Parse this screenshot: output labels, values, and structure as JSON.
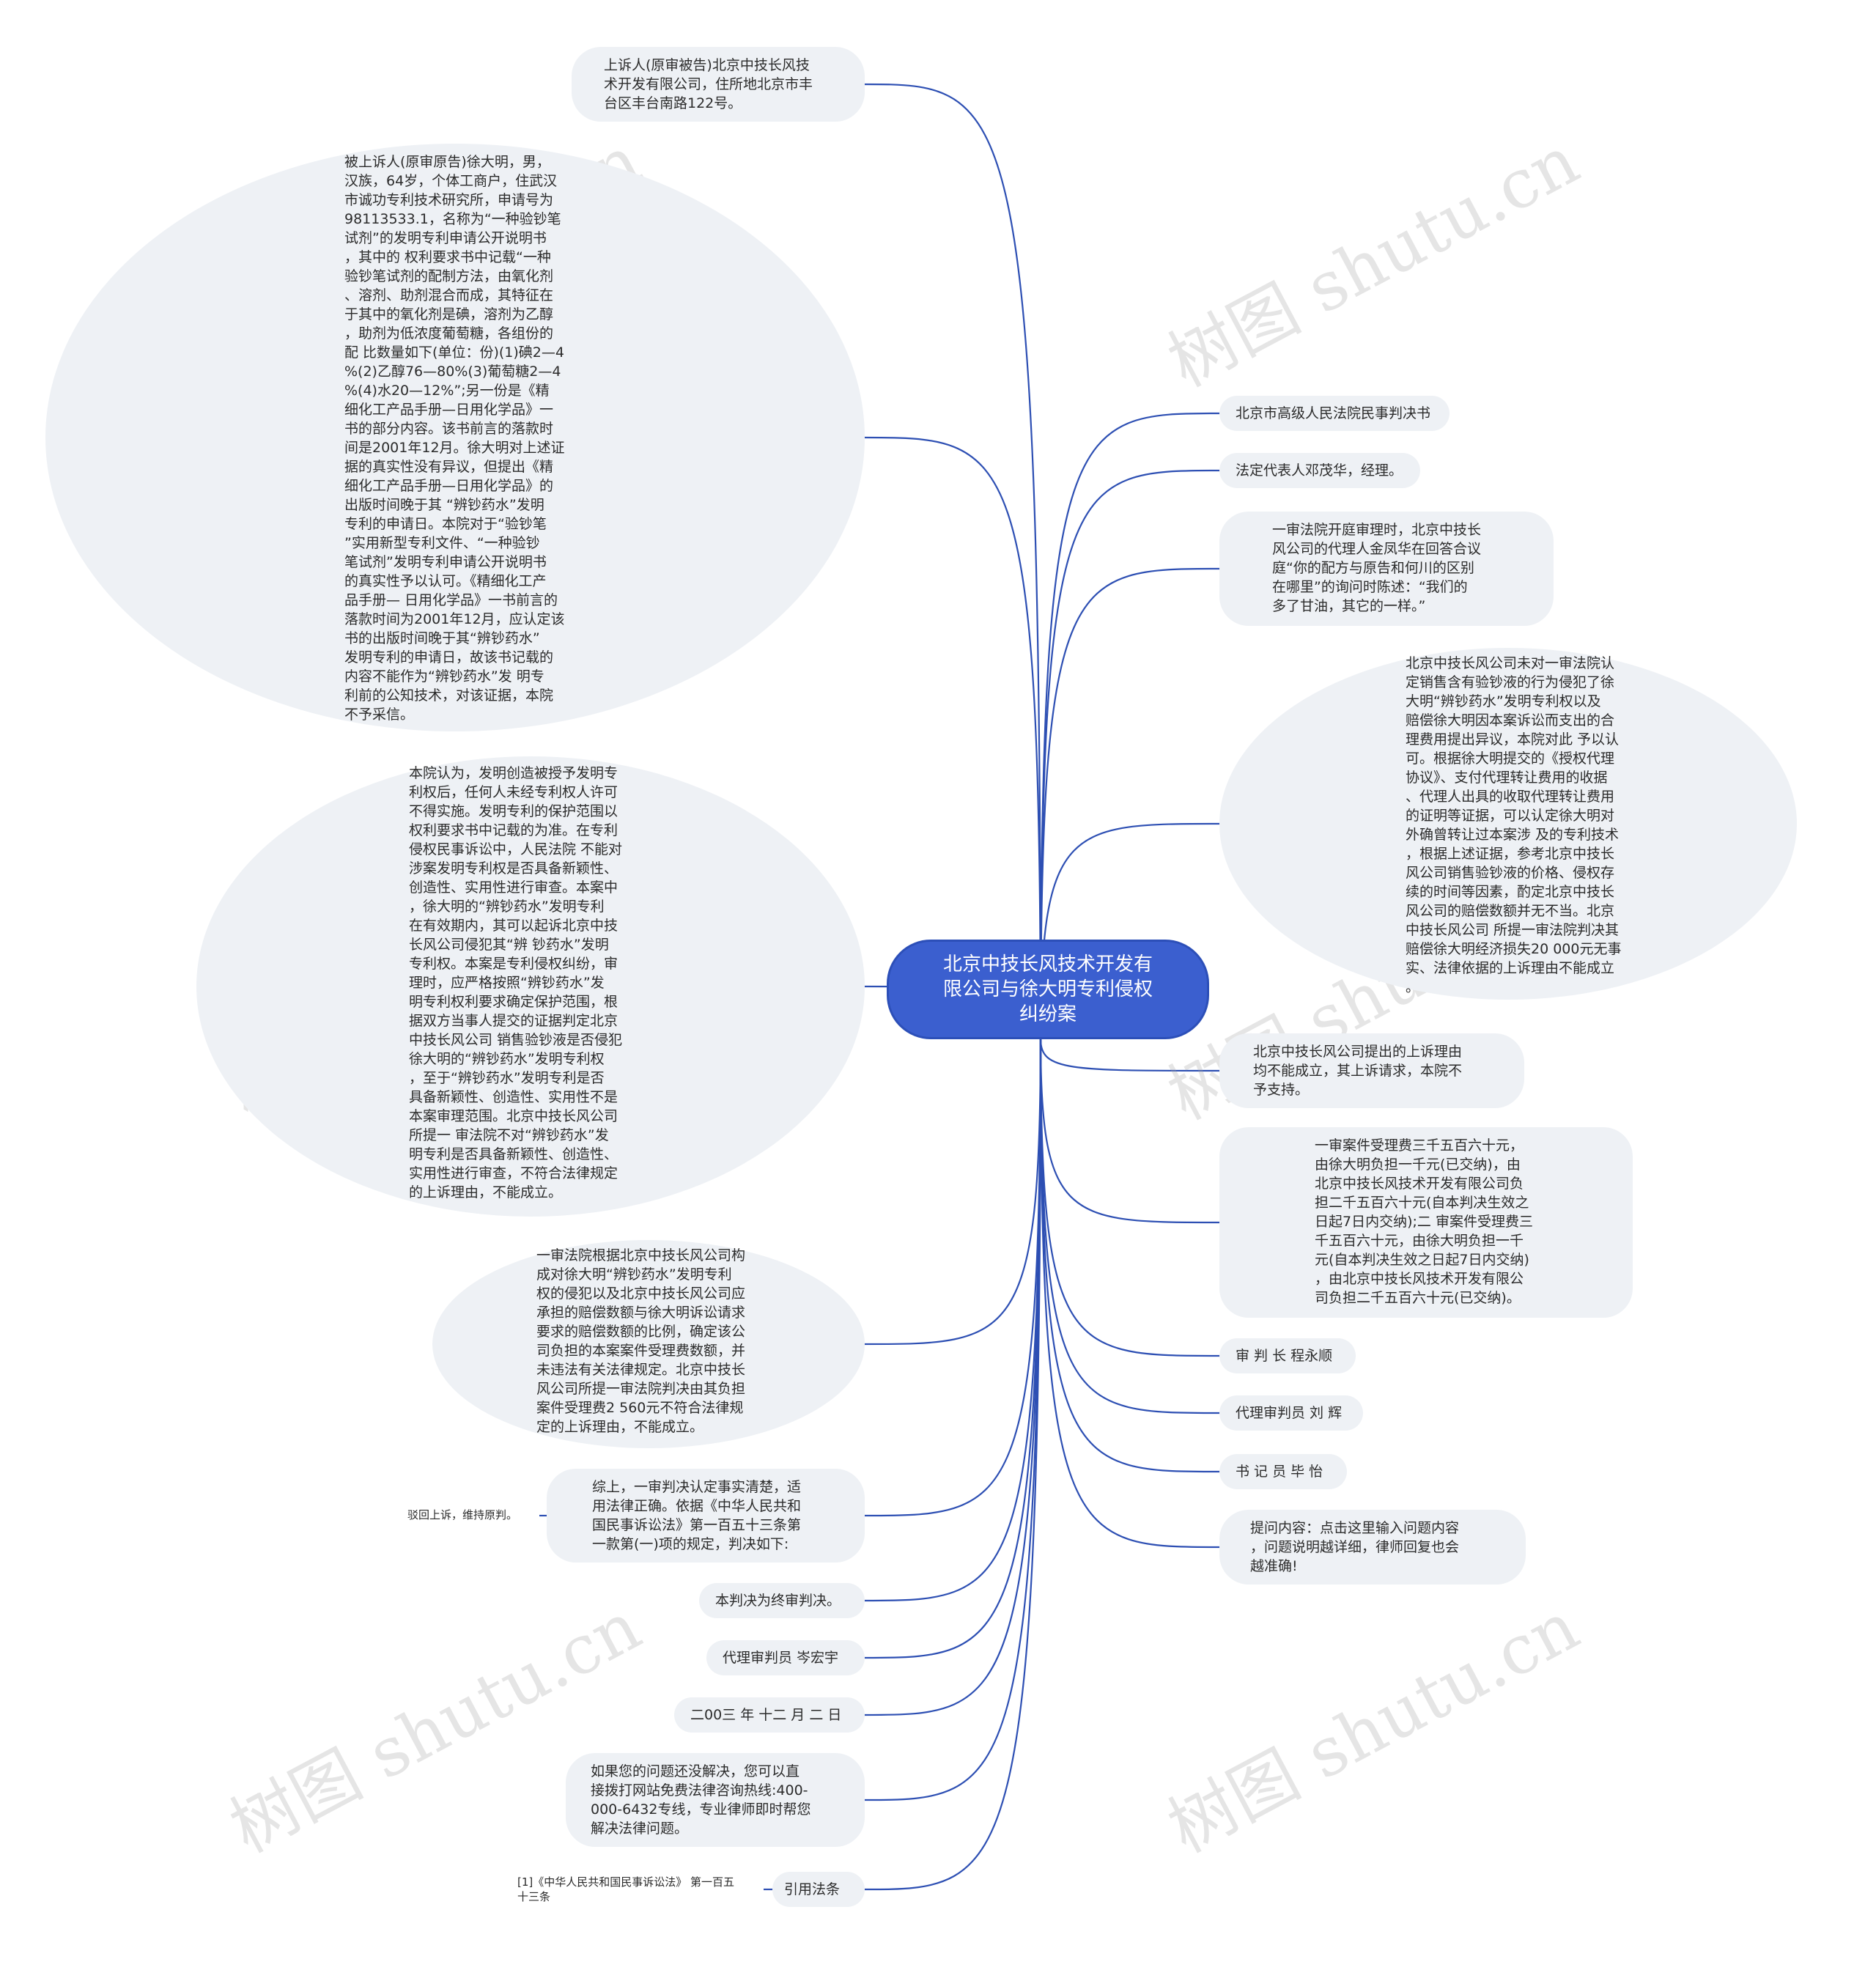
{
  "root": {
    "title": "北京中技长风技术开发有\n限公司与徐大明专利侵权\n纠纷案"
  },
  "left": [
    {
      "id": "L1",
      "text": "上诉人(原审被告)北京中技长风技\n术开发有限公司，住所地北京市丰\n台区丰台南路122号。"
    },
    {
      "id": "L2",
      "text": "被上诉人(原审原告)徐大明，男，\n汉族，64岁，个体工商户，住武汉\n市诚功专利技术研究所，申请号为\n98113533.1，名称为“一种验钞笔\n试剂”的发明专利申请公开说明书\n，其中的 权利要求书中记载“一种\n验钞笔试剂的配制方法，由氧化剂\n、溶剂、助剂混合而成，其特征在\n于其中的氧化剂是碘，溶剂为乙醇\n，助剂为低浓度葡萄糖，各组份的\n配 比数量如下(单位：份)(1)碘2—4\n%(2)乙醇76—80%(3)葡萄糖2—4\n%(4)水20—12%”;另一份是《精\n细化工产品手册—日用化学品》一\n书的部分内容。该书前言的落款时\n间是2001年12月。徐大明对上述证\n据的真实性没有异议，但提出《精\n细化工产品手册—日用化学品》的\n出版时间晚于其 “辨钞药水”发明\n专利的申请日。本院对于“验钞笔\n”实用新型专利文件、“一种验钞\n笔试剂”发明专利申请公开说明书\n的真实性予以认可。《精细化工产\n品手册— 日用化学品》一书前言的\n落款时间为2001年12月，应认定该\n书的出版时间晚于其“辨钞药水”\n发明专利的申请日，故该书记载的\n内容不能作为“辨钞药水”发 明专\n利前的公知技术，对该证据，本院\n不予采信。"
    },
    {
      "id": "L3",
      "text": "本院认为，发明创造被授予发明专\n利权后，任何人未经专利权人许可\n不得实施。发明专利的保护范围以\n权利要求书中记载的为准。在专利\n侵权民事诉讼中，人民法院 不能对\n涉案发明专利权是否具备新颖性、\n创造性、实用性进行审查。本案中\n，徐大明的“辨钞药水”发明专利\n在有效期内，其可以起诉北京中技\n长风公司侵犯其“辨 钞药水”发明\n专利权。本案是专利侵权纠纷，审\n理时，应严格按照“辨钞药水”发\n明专利权利要求确定保护范围，根\n据双方当事人提交的证据判定北京\n中技长风公司 销售验钞液是否侵犯\n徐大明的“辨钞药水”发明专利权\n，至于“辨钞药水”发明专利是否\n具备新颖性、创造性、实用性不是\n本案审理范围。北京中技长风公司\n所提一 审法院不对“辨钞药水”发\n明专利是否具备新颖性、创造性、\n实用性进行审查，不符合法律规定\n的上诉理由，不能成立。"
    },
    {
      "id": "L4",
      "text": "一审法院根据北京中技长风公司构\n成对徐大明“辨钞药水”发明专利\n权的侵犯以及北京中技长风公司应\n承担的赔偿数额与徐大明诉讼请求\n要求的赔偿数额的比例，确定该公\n司负担的本案案件受理费数额，并\n未违法有关法律规定。北京中技长\n风公司所提一审法院判决由其负担\n案件受理费2 560元不符合法律规\n定的上诉理由，不能成立。"
    },
    {
      "id": "L5",
      "text": "综上，一审判决认定事实清楚，适\n用法律正确。依据《中华人民共和\n国民事诉讼法》第一百五十三条第\n一款第(一)项的规定，判决如下:"
    },
    {
      "id": "L5c",
      "text": "驳回上诉，维持原判。"
    },
    {
      "id": "L6",
      "text": "本判决为终审判决。"
    },
    {
      "id": "L7",
      "text": "代理审判员 岑宏宇"
    },
    {
      "id": "L8",
      "text": "二00三 年 十二 月 二 日"
    },
    {
      "id": "L9",
      "text": "如果您的问题还没解决，您可以直\n接拨打网站免费法律咨询热线:400-\n000-6432专线，专业律师即时帮您\n解决法律问题。"
    },
    {
      "id": "L10",
      "text": "引用法条"
    },
    {
      "id": "L10c",
      "text": "[1]《中华人民共和国民事诉讼法》 第一百五\n十三条"
    }
  ],
  "right": [
    {
      "id": "R1",
      "text": "北京市高级人民法院民事判决书"
    },
    {
      "id": "R2",
      "text": "法定代表人邓茂华，经理。"
    },
    {
      "id": "R3",
      "text": "一审法院开庭审理时，北京中技长\n风公司的代理人金凤华在回答合议\n庭“你的配方与原告和何川的区别\n在哪里”的询问时陈述：“我们的\n多了甘油，其它的一样。”"
    },
    {
      "id": "R4",
      "text": "北京中技长风公司未对一审法院认\n定销售含有验钞液的行为侵犯了徐\n大明“辨钞药水”发明专利权以及\n赔偿徐大明因本案诉讼而支出的合\n理费用提出异议，本院对此 予以认\n可。根据徐大明提交的《授权代理\n协议》、支付代理转让费用的收据\n、代理人出具的收取代理转让费用\n的证明等证据，可以认定徐大明对\n外确曾转让过本案涉 及的专利技术\n，根据上述证据，参考北京中技长\n风公司销售验钞液的价格、侵权存\n续的时间等因素，酌定北京中技长\n风公司的赔偿数额并无不当。北京\n中技长风公司 所提一审法院判决其\n赔偿徐大明经济损失20 000元无事\n实、法律依据的上诉理由不能成立\n。"
    },
    {
      "id": "R5",
      "text": "北京中技长风公司提出的上诉理由\n均不能成立，其上诉请求，本院不\n予支持。"
    },
    {
      "id": "R6",
      "text": "一审案件受理费三千五百六十元，\n由徐大明负担一千元(已交纳)，由\n北京中技长风技术开发有限公司负\n担二千五百六十元(自本判决生效之\n日起7日内交纳);二 审案件受理费三\n千五百六十元，由徐大明负担一千\n元(自本判决生效之日起7日内交纳)\n，由北京中技长风技术开发有限公\n司负担二千五百六十元(已交纳)。"
    },
    {
      "id": "R7",
      "text": "审 判 长 程永顺"
    },
    {
      "id": "R8",
      "text": "代理审判员 刘 辉"
    },
    {
      "id": "R9",
      "text": "书 记 员 毕 怡"
    },
    {
      "id": "R10",
      "text": "提问内容：点击这里输入问题内容\n，问题说明越详细，律师回复也会\n越准确!"
    }
  ],
  "watermark": "树图 shutu.cn",
  "colors": {
    "edge": "#2d4fb3",
    "root": "#3b5fcf",
    "node": "#eef1f5",
    "text": "#2b2b2b"
  }
}
